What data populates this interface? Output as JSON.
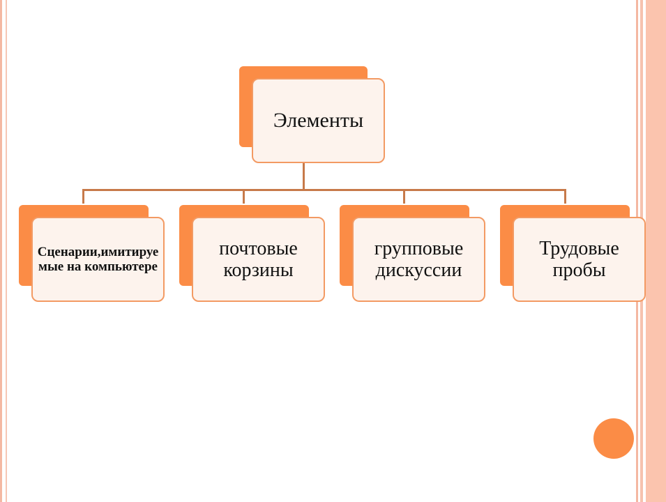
{
  "diagram": {
    "root": {
      "label": "Элементы"
    },
    "children": [
      {
        "label": "Сценарии,имитируемые на компьютере"
      },
      {
        "label": "почтовые корзины"
      },
      {
        "label": "групповые дискуссии"
      },
      {
        "label": "Трудовые пробы"
      }
    ]
  },
  "colors": {
    "accent": "#fb8c46",
    "box_fill": "#fdf3ed",
    "box_border": "#f39a63",
    "connector": "#c77a4a",
    "frame": "#fbc4ae"
  }
}
